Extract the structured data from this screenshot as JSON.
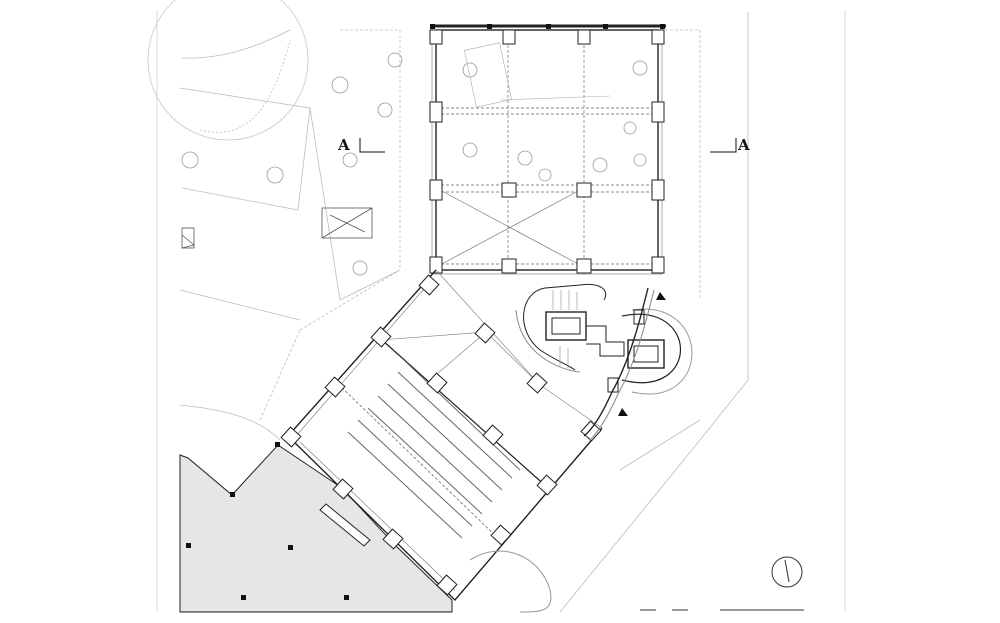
{
  "section_marker": {
    "left_label": "A",
    "right_label": "A"
  },
  "legend": {
    "north_arrow": "north-arrow-icon",
    "scale_bar": "scale-bar"
  },
  "colors": {
    "ink": "#222222",
    "hatch": "#9a9a9a",
    "frame": "#d9d9d9"
  }
}
